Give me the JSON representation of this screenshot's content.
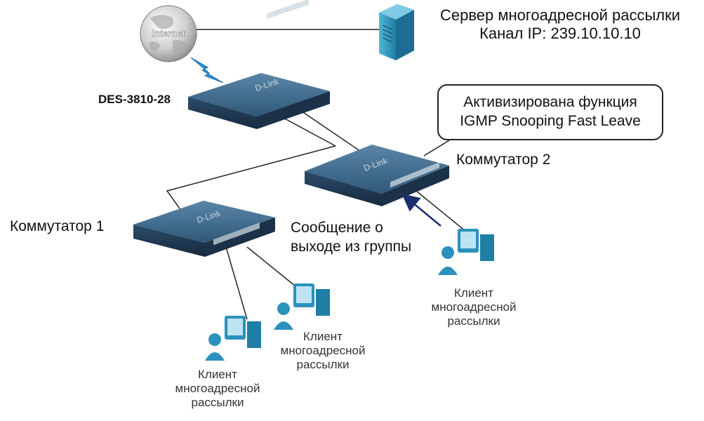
{
  "internet_label": "Internet",
  "server": {
    "title": "Сервер многоадресной рассылки",
    "channel": "Канал IP: 239.10.10.10"
  },
  "core_switch": {
    "model": "DES-3810-28",
    "brand": "D-Link"
  },
  "callout": {
    "line1": "Активизирована функция",
    "line2": "IGMP Snooping Fast Leave"
  },
  "switch1": {
    "label": "Коммутатор 1",
    "brand": "D-Link"
  },
  "switch2": {
    "label": "Коммутатор 2",
    "brand": "D-Link"
  },
  "leave_message": {
    "line1": "Сообщение о",
    "line2": "выходе из группы"
  },
  "clients": [
    {
      "line1": "Клиент",
      "line2": "многоадресной",
      "line3": "рассылки"
    },
    {
      "line1": "Клиент",
      "line2": "многоадресной",
      "line3": "рассылки"
    },
    {
      "line1": "Клиент",
      "line2": "многоадресной",
      "line3": "рассылки"
    }
  ],
  "colors": {
    "switch_top": "#3f6a8c",
    "switch_front": "#1e3a55",
    "server": "#2b8fb3",
    "client": "#2a92bd",
    "arrow": "#1c2e6e",
    "lightning": "#2a8fd6"
  }
}
